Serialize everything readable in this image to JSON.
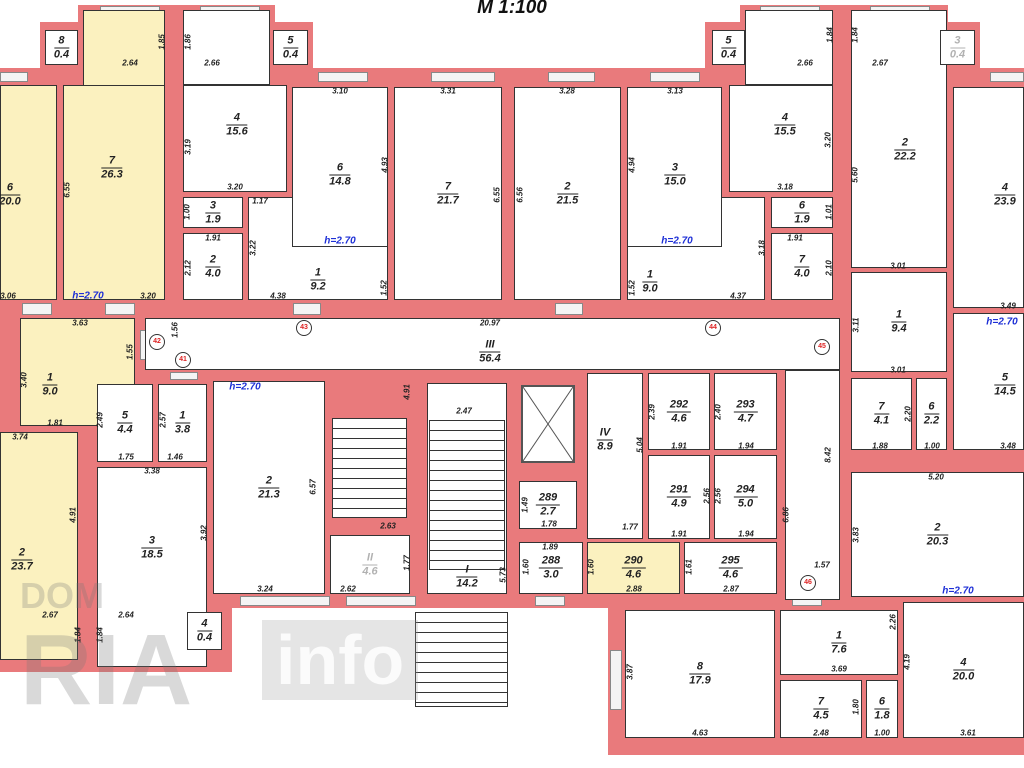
{
  "title": "M 1:100",
  "watermark": {
    "top": "DOM",
    "middle": "RIA",
    "bottom": "info"
  },
  "colors": {
    "wall": "#e97a7c",
    "highlight": "#fbf1bf",
    "height_text": "#1d2fd6",
    "marker_text": "#d22222"
  },
  "rooms": [
    {
      "num": "8",
      "area": "0.4"
    },
    {
      "num": "7",
      "area": "26.3",
      "highlight": true
    },
    {
      "num": "6",
      "area": "20.0",
      "highlight": true
    },
    {
      "num": "4",
      "area": "15.6"
    },
    {
      "num": "5",
      "area": "0.4"
    },
    {
      "num": "3",
      "area": "1.9"
    },
    {
      "num": "2",
      "area": "4.0"
    },
    {
      "num": "1",
      "area": "9.2"
    },
    {
      "num": "6",
      "area": "14.8"
    },
    {
      "num": "7",
      "area": "21.7"
    },
    {
      "num": "2",
      "area": "21.5"
    },
    {
      "num": "1",
      "area": "9.0"
    },
    {
      "num": "3",
      "area": "15.0"
    },
    {
      "num": "4",
      "area": "15.5"
    },
    {
      "num": "5",
      "area": "0.4"
    },
    {
      "num": "6",
      "area": "1.9"
    },
    {
      "num": "7",
      "area": "4.0"
    },
    {
      "num": "2",
      "area": "22.2"
    },
    {
      "num": "3",
      "area": "0.4",
      "faded": true
    },
    {
      "num": "4",
      "area": "23.9"
    },
    {
      "num": "III",
      "area": "56.4"
    },
    {
      "num": "1",
      "area": "9.4"
    },
    {
      "num": "5",
      "area": "14.5"
    },
    {
      "num": "7",
      "area": "4.1"
    },
    {
      "num": "6",
      "area": "2.2"
    },
    {
      "num": "2",
      "area": "20.3"
    },
    {
      "num": "1",
      "area": "7.6"
    },
    {
      "num": "4",
      "area": "20.0"
    },
    {
      "num": "7",
      "area": "4.5"
    },
    {
      "num": "6",
      "area": "1.8"
    },
    {
      "num": "8",
      "area": "17.9"
    },
    {
      "num": "IV",
      "area": "8.9"
    },
    {
      "num": "292",
      "area": "4.6"
    },
    {
      "num": "293",
      "area": "4.7"
    },
    {
      "num": "291",
      "area": "4.9"
    },
    {
      "num": "294",
      "area": "5.0"
    },
    {
      "num": "288",
      "area": "3.0"
    },
    {
      "num": "290",
      "area": "4.6",
      "highlight": true
    },
    {
      "num": "295",
      "area": "4.6"
    },
    {
      "num": "289",
      "area": "2.7"
    },
    {
      "num": "I",
      "area": "14.2"
    },
    {
      "num": "II",
      "area": "4.6",
      "faded": true
    },
    {
      "num": "1",
      "area": "9.0",
      "highlight": true
    },
    {
      "num": "2",
      "area": "23.7",
      "highlight": true
    },
    {
      "num": "5",
      "area": "4.4"
    },
    {
      "num": "1",
      "area": "3.8"
    },
    {
      "num": "3",
      "area": "18.5"
    },
    {
      "num": "2",
      "area": "21.3"
    },
    {
      "num": "4",
      "area": "0.4"
    }
  ],
  "dimensions": [
    "1.85",
    "2.64",
    "1.86",
    "2.66",
    "3.10",
    "3.31",
    "3.28",
    "3.13",
    "2.66",
    "1.84",
    "1.84",
    "2.67",
    "6.55",
    "3.19",
    "4.93",
    "6.55",
    "6.56",
    "4.94",
    "3.20",
    "5.60",
    "3.20",
    "1.17",
    "3.18",
    "1.00",
    "1.01",
    "1.91",
    "1.91",
    "3.22",
    "3.18",
    "2.12",
    "2.10",
    "4.38",
    "4.37",
    "1.52",
    "1.52",
    "3.06",
    "3.20",
    "3.01",
    "3.49",
    "3.63",
    "1.56",
    "1.55",
    "20.97",
    "3.11",
    "3.01",
    "4.91",
    "3.40",
    "1.81",
    "3.74",
    "2.49",
    "2.57",
    "1.75",
    "1.46",
    "3.38",
    "6.57",
    "4.91",
    "3.92",
    "2.47",
    "2.63",
    "1.77",
    "5.73",
    "3.24",
    "2.62",
    "2.67",
    "2.64",
    "1.84",
    "1.84",
    "2.39",
    "2.40",
    "1.91",
    "1.94",
    "5.04",
    "2.56",
    "2.56",
    "6.86",
    "8.42",
    "1.49",
    "1.78",
    "1.77",
    "1.91",
    "1.94",
    "1.89",
    "1.60",
    "1.60",
    "1.61",
    "2.88",
    "2.87",
    "1.57",
    "2.20",
    "1.88",
    "1.00",
    "3.48",
    "5.20",
    "3.83",
    "2.26",
    "3.69",
    "4.19",
    "3.87",
    "1.80",
    "4.63",
    "2.48",
    "1.00",
    "3.61"
  ],
  "heights": [
    "h=2.70",
    "h=2.70",
    "h=2.70",
    "h=2.70",
    "h=2.70",
    "h=2.70"
  ],
  "markers": [
    "42",
    "41",
    "43",
    "44",
    "45",
    "46"
  ]
}
